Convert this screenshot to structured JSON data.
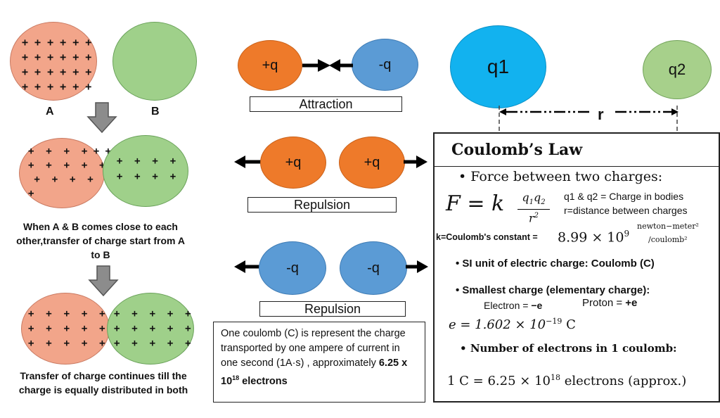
{
  "left": {
    "ball_a_label": "A",
    "ball_b_label": "B",
    "ball_a_plus_1": "+ + + + + +\n+ + + + + +\n+ + + + + +\n+ + + + + +",
    "ball_a_plus_2": "+  +  +  + + +\n+  +  +  +  +\n +  +  +  +  +\n+",
    "ball_b_plus_2": "+  +  +  +\n+  +  +  +",
    "ball_a_plus_3": "+  +  +  +  +\n+  +  +  +  +\n+  +  +  +  +",
    "ball_b_plus_3": "+  +  +  +  +\n+  +  +  +  +\n+  +  +  +  +",
    "caption_1": "When A & B comes close to each other,transfer of charge start from A to B",
    "caption_2": "Transfer of charge continues till the charge is equally distributed in both"
  },
  "middle": {
    "pos_q": "+q",
    "neg_q": "-q",
    "attraction": "Attraction",
    "repulsion": "Repulsion",
    "note_text_1": "One coulomb (C) is represent the charge transported by one ampere of current in one second (1A·s) , approximately ",
    "note_bold": "6.25 x 10",
    "note_sup": "18",
    "note_bold_end": " electrons"
  },
  "right": {
    "q1": "q1",
    "q2": "q2",
    "r": "r",
    "title": "Coulomb’s Law",
    "bullet_force": "Force between two charges:",
    "formula_F": "F = k",
    "formula_num": "q",
    "formula_den": "r",
    "desc_q": "q1 & q2 = Charge in bodies",
    "desc_r": "r=distance between charges",
    "k_label": "k=Coulomb's constant =",
    "k_value": "8.99 × 10",
    "k_exp": "9",
    "k_unit_top": "newton−meter²",
    "k_unit_bottom": "/coulomb²",
    "si_unit": "SI unit of electric charge: Coulomb (C)",
    "smallest": "Smallest charge (elementary charge):",
    "electron": "Electron = ",
    "electron_val": "−e",
    "proton": "Proton = ",
    "proton_val": "+e",
    "e_value": "e = 1.602 × 10",
    "e_exp": "−19",
    "e_unit": " C",
    "num_electrons": "Number of electrons in 1 coulomb:",
    "one_c": "1 C = 6.25 × 10",
    "one_c_exp": "18",
    "one_c_end": " electrons (approx.)"
  }
}
